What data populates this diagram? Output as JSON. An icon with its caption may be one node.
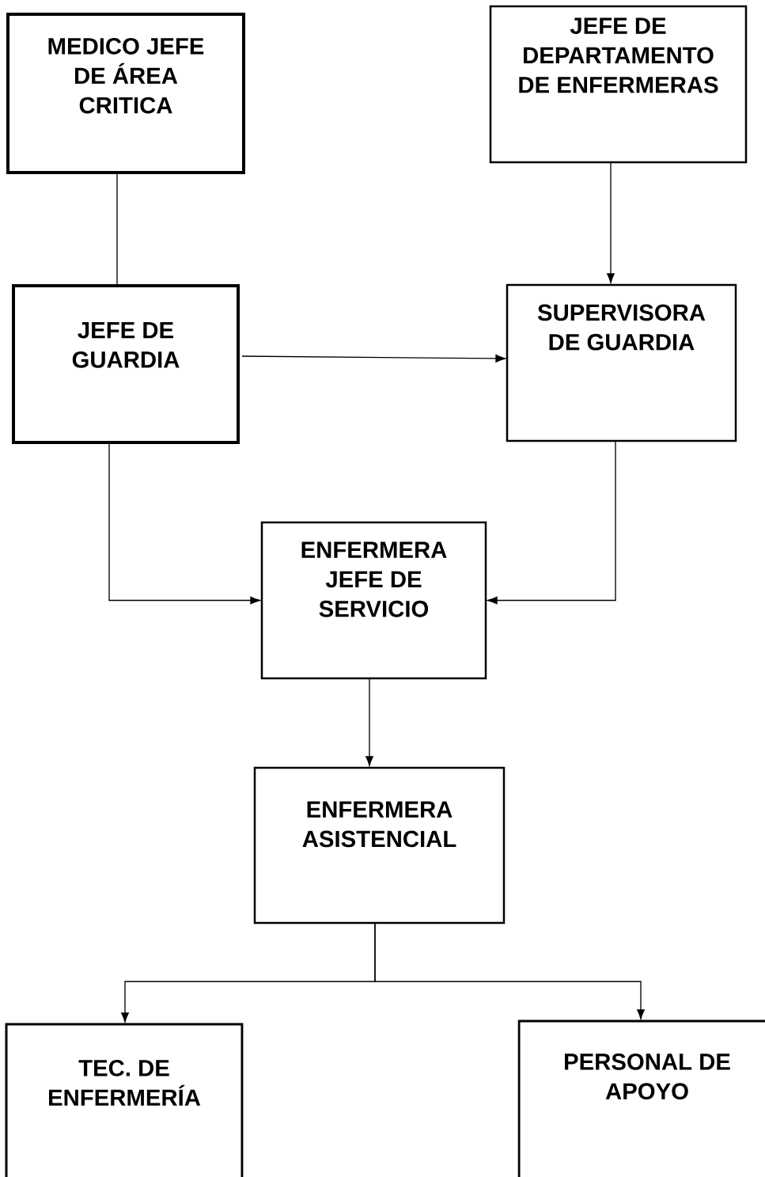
{
  "diagram": {
    "nodes": [
      {
        "text": [
          "MEDICO JEFE DE ÁREA CRITICA"
        ]
      },
      {
        "text": [
          "JEFE DE DEPARTAMENTO DE ENFERMERAS"
        ]
      },
      {
        "text": [
          "JEFE DE GUARDIA"
        ]
      },
      {
        "text": [
          "SUPERVISORA DE GUARDIA"
        ]
      },
      {
        "text": [
          "ENFERMERA JEFE DE SERVICIO"
        ]
      },
      {
        "text": [
          "ENFERMERA ASISTENCIAL"
        ]
      },
      {
        "text": [
          "TEC. DE ENFERMERÍA"
        ]
      },
      {
        "text": [
          "PERSONAL DE APOYO"
        ]
      }
    ],
    "edges": [
      {
        "from": 0,
        "to": 2,
        "arrow": "none"
      },
      {
        "from": 1,
        "to": 3,
        "arrow": "to"
      },
      {
        "from": 2,
        "to": 3,
        "arrow": "to"
      },
      {
        "from": 2,
        "to": 4,
        "arrow": "to"
      },
      {
        "from": 3,
        "to": 4,
        "arrow": "to"
      },
      {
        "from": 4,
        "to": 5,
        "arrow": "to"
      },
      {
        "from": 5,
        "to": 6,
        "arrow": "to"
      },
      {
        "from": 5,
        "to": 7,
        "arrow": "to"
      }
    ]
  }
}
